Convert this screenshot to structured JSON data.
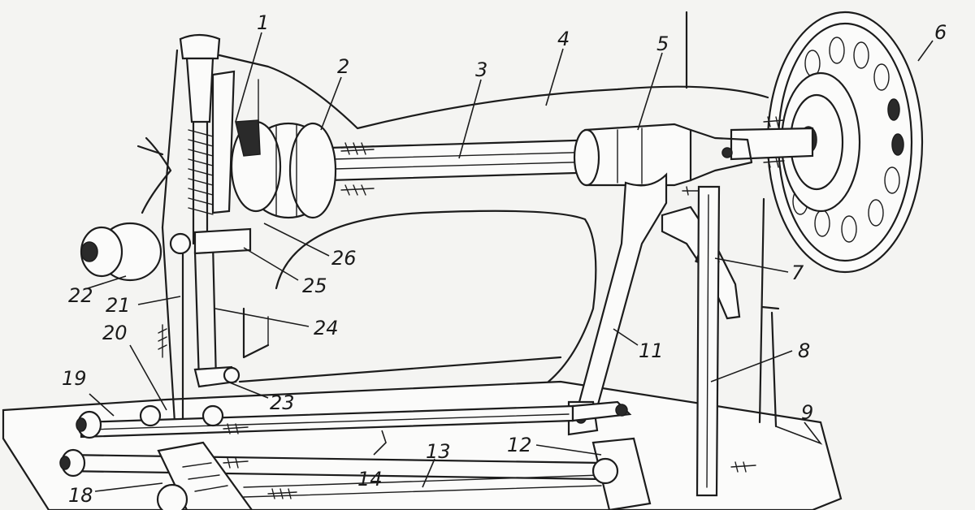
{
  "diagram": {
    "labels": [
      "1",
      "2",
      "3",
      "4",
      "5",
      "6",
      "7",
      "8",
      "9",
      "11",
      "12",
      "13",
      "14",
      "18",
      "19",
      "20",
      "21",
      "22",
      "23",
      "24",
      "25",
      "26"
    ]
  }
}
